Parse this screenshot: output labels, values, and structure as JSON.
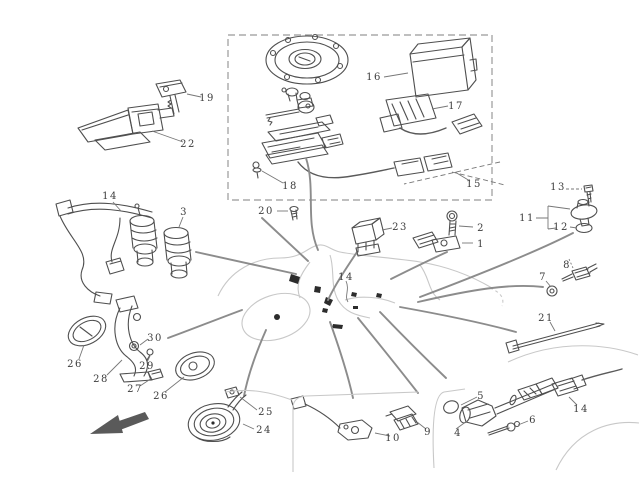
{
  "colors": {
    "background": "#ffffff",
    "line": "#4f4f4f",
    "leader": "#8c8c8c",
    "faint_outline": "#c8c8c8",
    "label": "#3d3d3d"
  },
  "callouts": [
    {
      "text": "19"
    },
    {
      "text": "22"
    },
    {
      "text": "16"
    },
    {
      "text": "17"
    },
    {
      "text": "18"
    },
    {
      "text": "15"
    },
    {
      "text": "20"
    },
    {
      "text": "13"
    },
    {
      "text": "11"
    },
    {
      "text": "12"
    },
    {
      "text": "14"
    },
    {
      "text": "3"
    },
    {
      "text": "23"
    },
    {
      "text": "2"
    },
    {
      "text": "1"
    },
    {
      "text": "14"
    },
    {
      "text": "8"
    },
    {
      "text": "7"
    },
    {
      "text": "21"
    },
    {
      "text": "30"
    },
    {
      "text": "29"
    },
    {
      "text": "28"
    },
    {
      "text": "27"
    },
    {
      "text": "26"
    },
    {
      "text": "26"
    },
    {
      "text": "25"
    },
    {
      "text": "24"
    },
    {
      "text": "10"
    },
    {
      "text": "9"
    },
    {
      "text": "4"
    },
    {
      "text": "5"
    },
    {
      "text": "6"
    },
    {
      "text": "14"
    }
  ]
}
